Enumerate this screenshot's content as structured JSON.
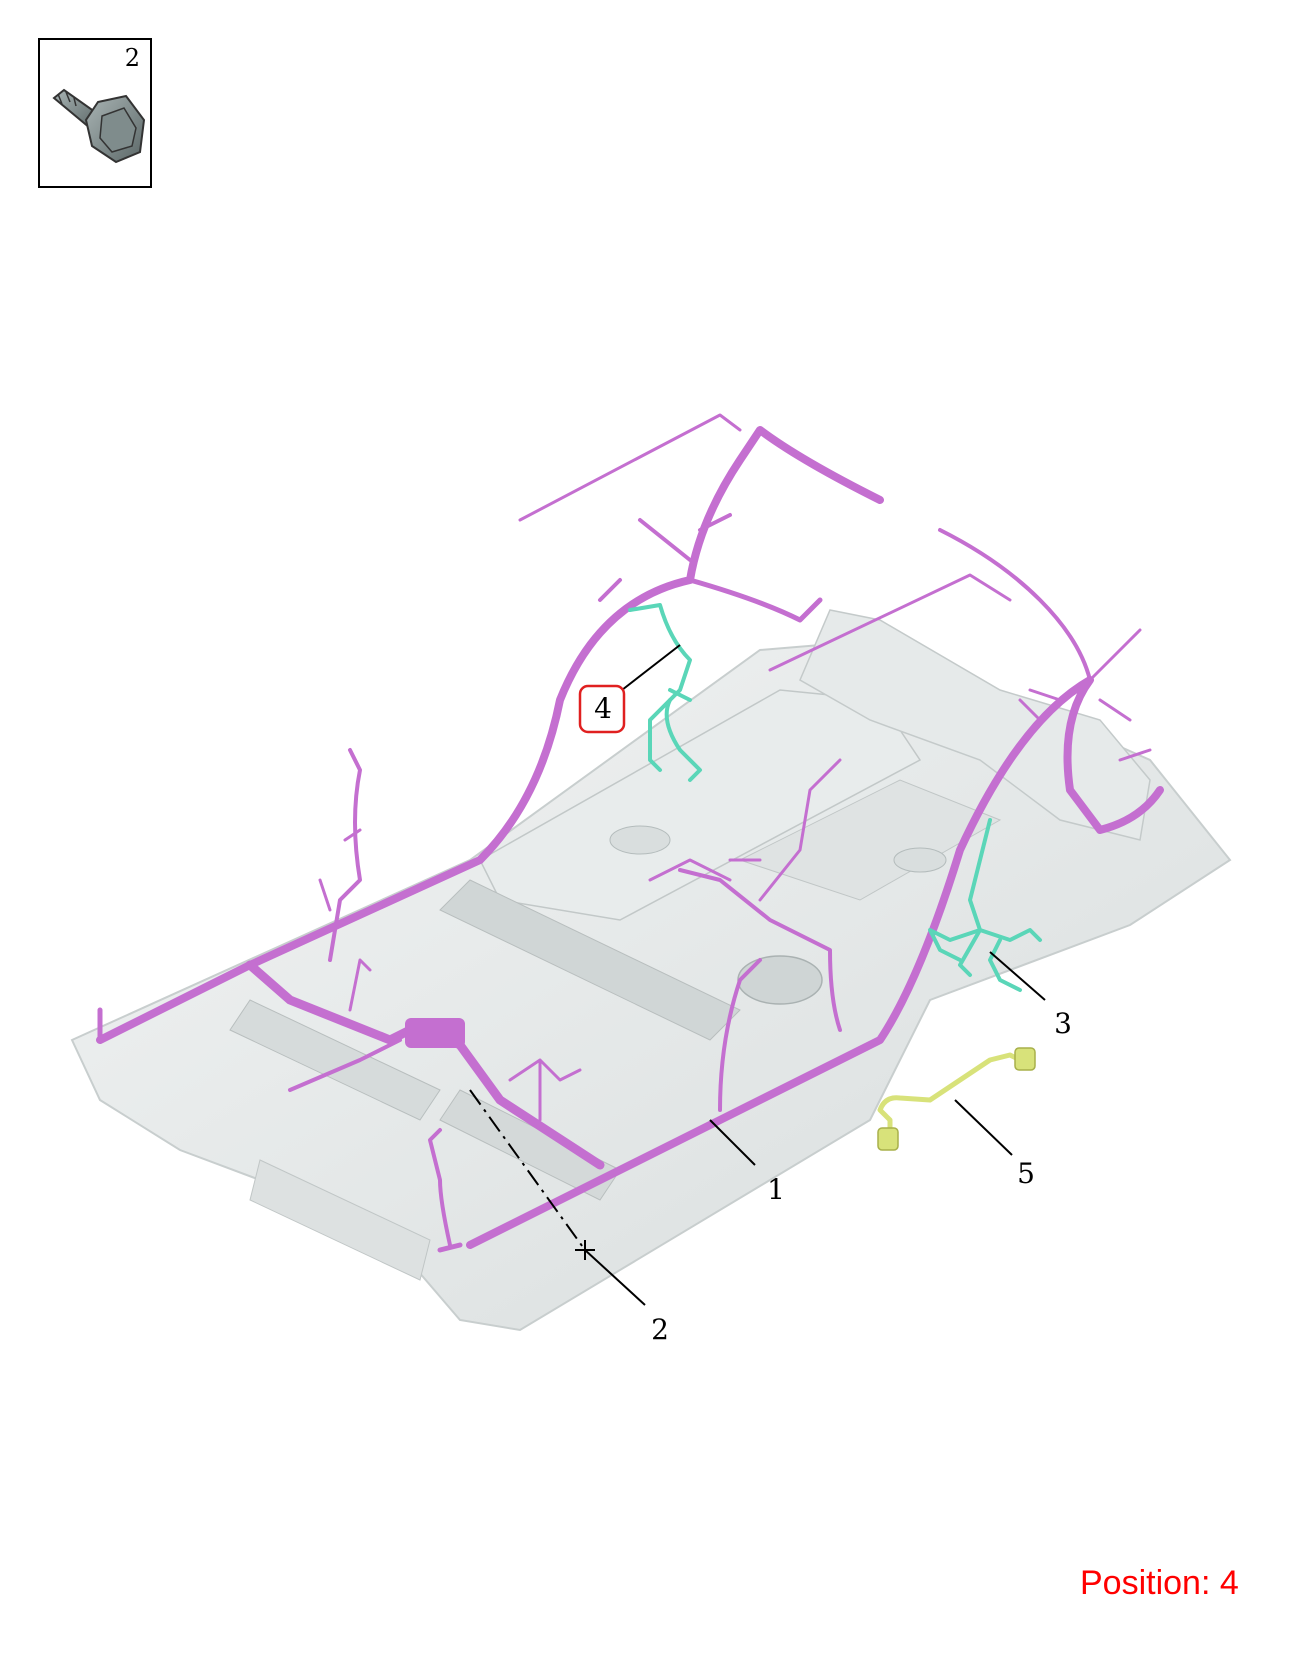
{
  "inset": {
    "part_number": "2",
    "icon": "bolt-icon"
  },
  "callouts": [
    {
      "id": "1",
      "label": "1"
    },
    {
      "id": "2",
      "label": "2"
    },
    {
      "id": "3",
      "label": "3"
    },
    {
      "id": "4",
      "label": "4",
      "highlighted": true
    },
    {
      "id": "5",
      "label": "5"
    }
  ],
  "position": {
    "text": "Position: 4"
  },
  "colors": {
    "main_harness": "#c46fd0",
    "sub_harness_teal": "#5ad6b8",
    "sub_harness_yellow": "#d8e27a",
    "floor": "#e4e8e8",
    "highlight": "#e02020",
    "position_text": "#ff0000"
  }
}
